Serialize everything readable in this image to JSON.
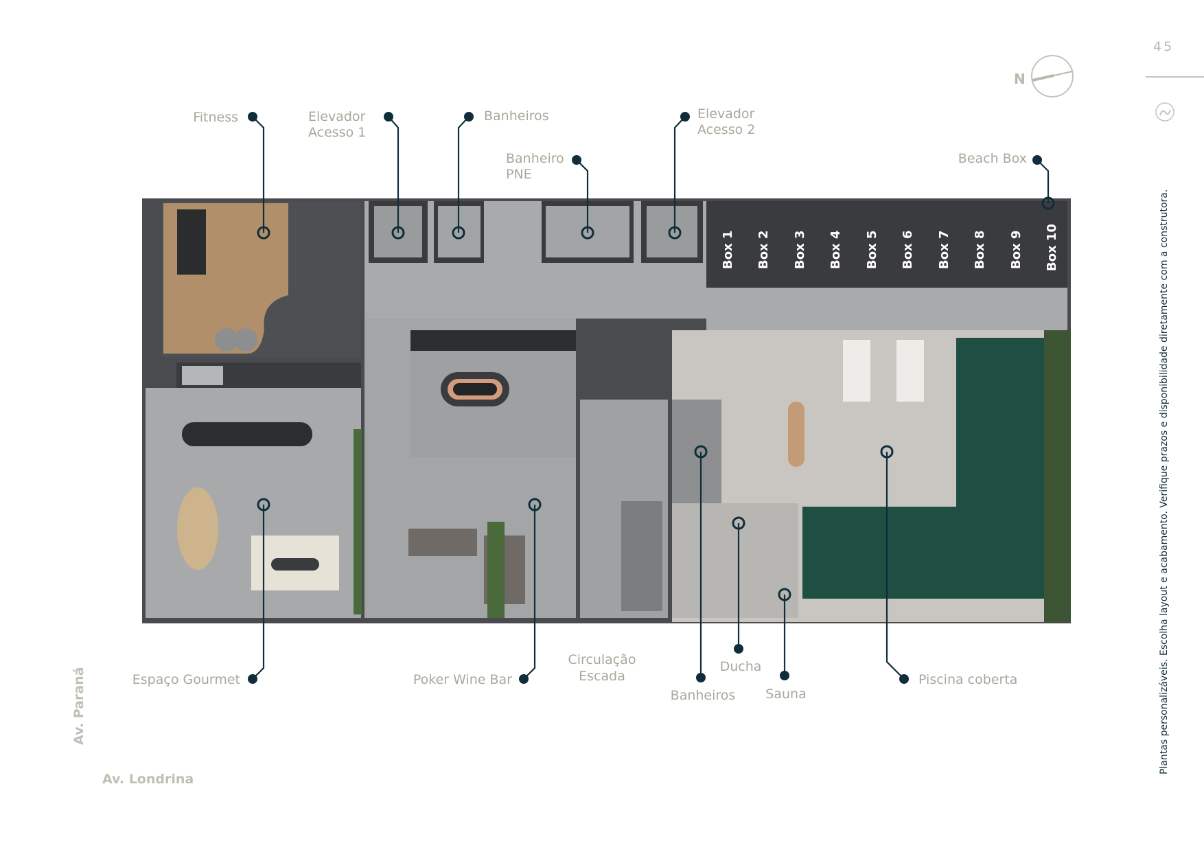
{
  "page_number": "45",
  "compass_label": "N",
  "disclaimer": "Plantas personalizáveis. Escolha layout e acabamento. Verifique prazos e disponibilidade diretamente com a construtora.",
  "streets": {
    "left": "Av. Paraná",
    "bottom": "Av. Londrina"
  },
  "labels": {
    "fitness": "Fitness",
    "elevador1_l1": "Elevador",
    "elevador1_l2": "Acesso 1",
    "banheiros_top": "Banheiros",
    "pne_l1": "Banheiro",
    "pne_l2": "PNE",
    "elevador2_l1": "Elevador",
    "elevador2_l2": "Acesso 2",
    "beach_box": "Beach Box",
    "gourmet": "Espaço Gourmet",
    "poker": "Poker Wine Bar",
    "circ_l1": "Circulação",
    "circ_l2": "Escada",
    "banheiros_bottom": "Banheiros",
    "ducha": "Ducha",
    "sauna": "Sauna",
    "piscina": "Piscina coberta"
  },
  "boxes": [
    "Box 1",
    "Box 2",
    "Box 3",
    "Box 4",
    "Box 5",
    "Box 6",
    "Box 7",
    "Box 8",
    "Box 9",
    "Box 10"
  ],
  "colors": {
    "accent": "#0f2d3a",
    "label": "#a9a89c",
    "pool": "#1f4f43"
  }
}
